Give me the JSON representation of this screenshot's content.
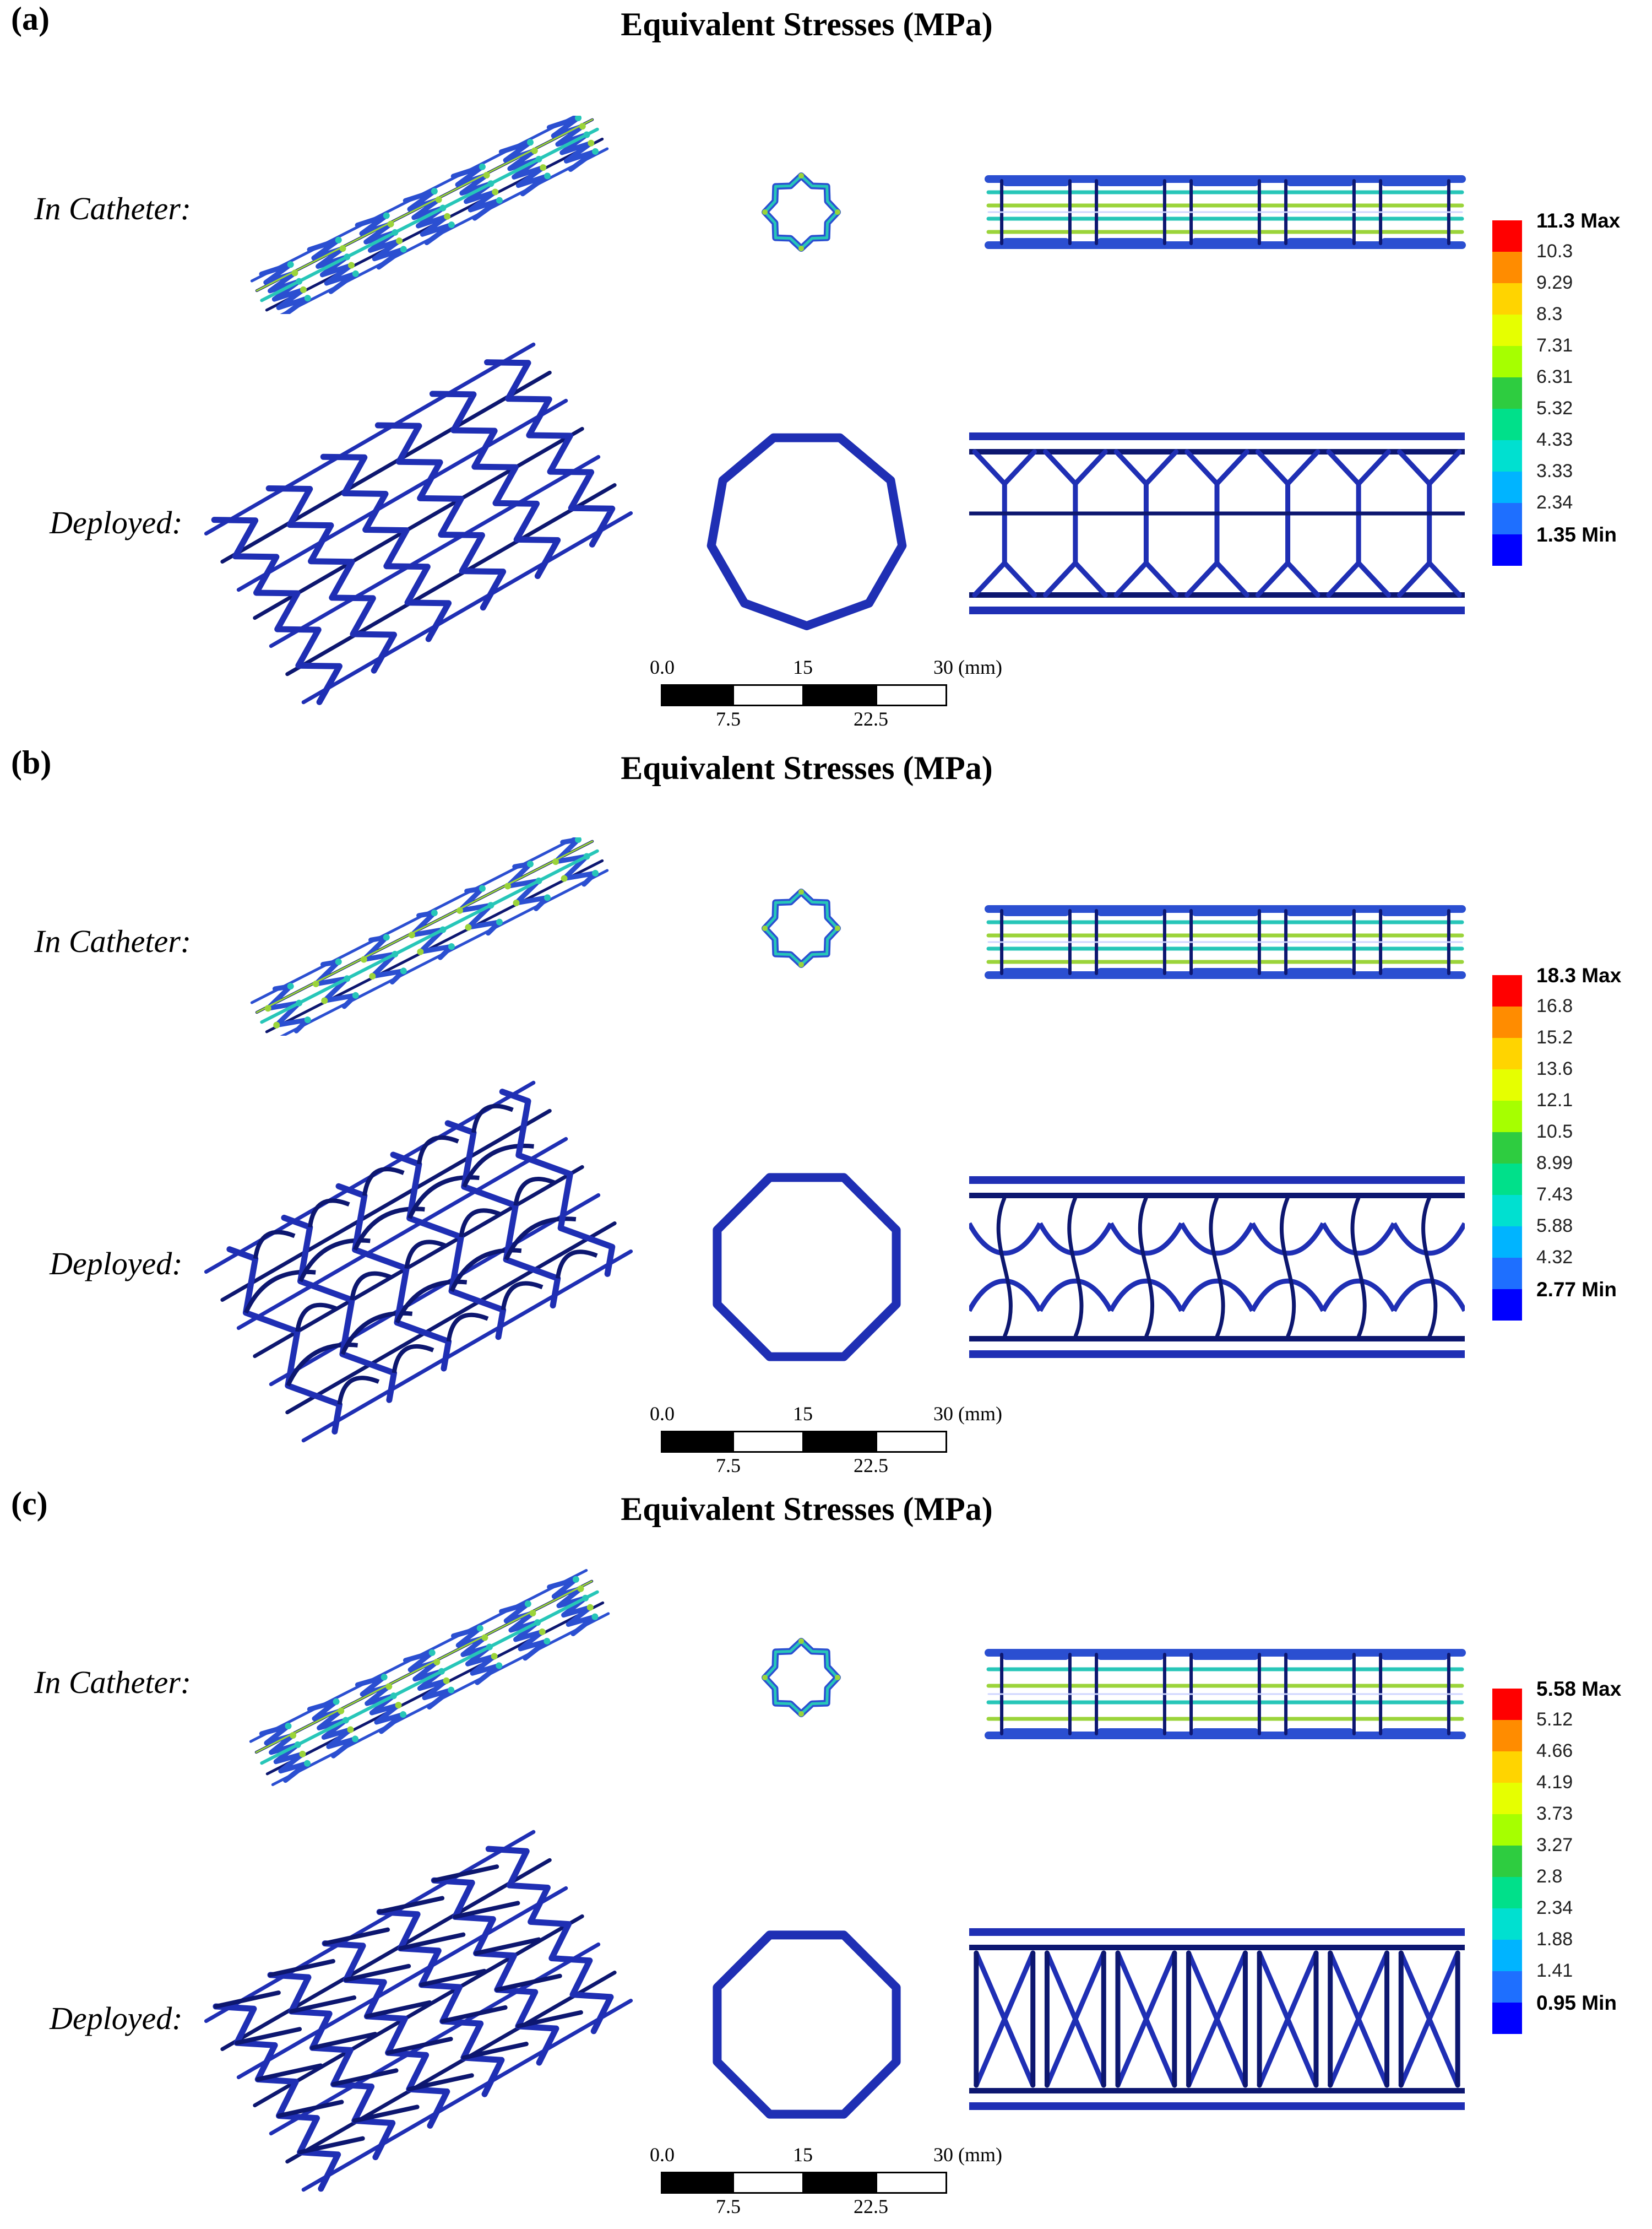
{
  "panels": [
    {
      "letter": "(a)",
      "title": "Equivalent Stresses (MPa)",
      "label_catheter": "In Catheter:",
      "label_deployed": "Deployed:",
      "legend": [
        "11.3 Max",
        "10.3",
        "9.29",
        "8.3",
        "7.31",
        "6.31",
        "5.32",
        "4.33",
        "3.33",
        "2.34",
        "1.35 Min"
      ],
      "cross_sides_catheter": 8,
      "cross_sides_deployed": 9,
      "pattern": "zigzag"
    },
    {
      "letter": "(b)",
      "title": "Equivalent Stresses (MPa)",
      "label_catheter": "In Catheter:",
      "label_deployed": "Deployed:",
      "legend": [
        "18.3 Max",
        "16.8",
        "15.2",
        "13.6",
        "12.1",
        "10.5",
        "8.99",
        "7.43",
        "5.88",
        "4.32",
        "2.77 Min"
      ],
      "cross_sides_catheter": 8,
      "cross_sides_deployed": 8,
      "pattern": "wave"
    },
    {
      "letter": "(c)",
      "title": "Equivalent Stresses (MPa)",
      "label_catheter": "In Catheter:",
      "label_deployed": "Deployed:",
      "legend": [
        "5.58 Max",
        "5.12",
        "4.66",
        "4.19",
        "3.73",
        "3.27",
        "2.8",
        "2.34",
        "1.88",
        "1.41",
        "0.95 Min"
      ],
      "cross_sides_catheter": 8,
      "cross_sides_deployed": 8,
      "pattern": "hex"
    }
  ],
  "legend_colors": [
    "#ff0000",
    "#ff8c00",
    "#ffd400",
    "#e6ff00",
    "#a6ff00",
    "#2ecc40",
    "#00e08a",
    "#00e0d0",
    "#00b4ff",
    "#1e6fff",
    "#0000ff"
  ],
  "stent_colors": {
    "deployed": "#1f2fb4",
    "deployed_dark": "#0d1770",
    "catheter_base": "#2b4fd1",
    "catheter_hi": "#27c6b8",
    "catheter_hot": "#9bd43a"
  },
  "scalebar": {
    "top_labels": [
      "0.0",
      "15",
      "30 (mm)"
    ],
    "bottom_labels": [
      "7.5",
      "22.5"
    ]
  }
}
